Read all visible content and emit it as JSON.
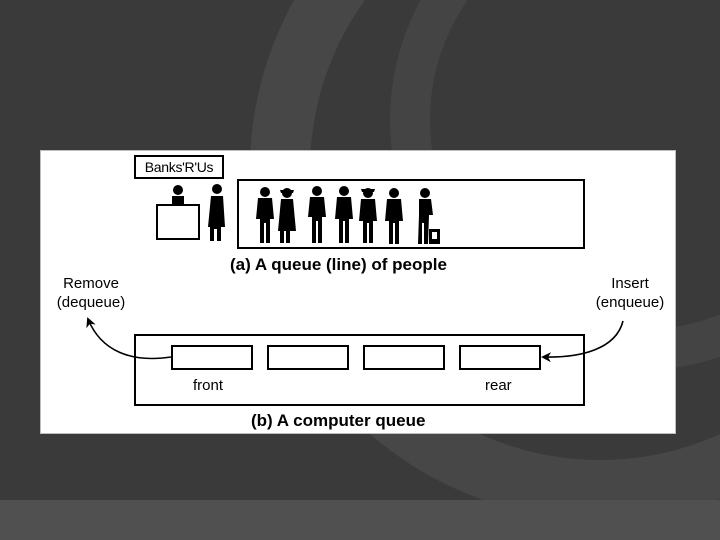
{
  "bank_sign": "Banks'R'Us",
  "caption_a": "(a) A queue (line) of people",
  "caption_b": "(b) A computer queue",
  "remove": {
    "line1": "Remove",
    "line2": "(dequeue)"
  },
  "insert": {
    "line1": "Insert",
    "line2": "(enqueue)"
  },
  "front_label": "front",
  "rear_label": "rear",
  "colors": {
    "background": "#3a3a3a",
    "figure": "#ffffff",
    "ink": "#000000"
  }
}
